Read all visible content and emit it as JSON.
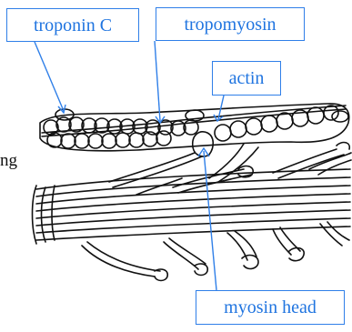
{
  "labels": {
    "troponin": "troponin C",
    "tropomyosin": "tropomyosin",
    "actin": "actin",
    "myosin_head": "myosin head"
  },
  "fragment_text": "ng",
  "colors": {
    "callout_border": "#2f7fe8",
    "callout_text": "#1f74e0",
    "drawing": "#111111"
  }
}
